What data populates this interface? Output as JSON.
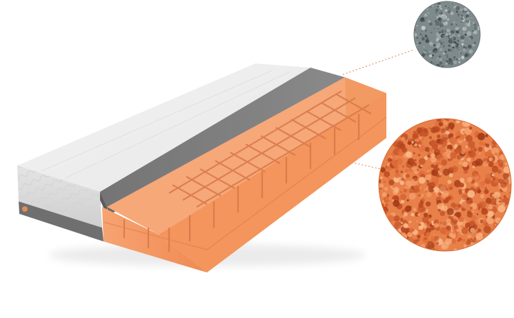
{
  "image": {
    "subject": "mattress-cross-section",
    "colors": {
      "background": "#ffffff",
      "cover_top": "#ececec",
      "cover_side": "#dedede",
      "cover_band": "#6f6f6f",
      "gray_layer_top": "#7d7d7d",
      "gray_layer_side": "#6a6a6a",
      "orange_top": "#f5a774",
      "orange_side": "#f2925a",
      "orange_groove": "#d8794a",
      "callout_line": "#e8915c",
      "gray_foam_base": "#7e8a8c",
      "orange_foam_base": "#e8804a",
      "orange_foam_pore": "#b8461f"
    },
    "callouts": [
      {
        "layer": "gray-memory-foam",
        "icon": "gray-foam-closeup"
      },
      {
        "layer": "orange-cold-foam",
        "icon": "orange-foam-closeup"
      }
    ]
  }
}
